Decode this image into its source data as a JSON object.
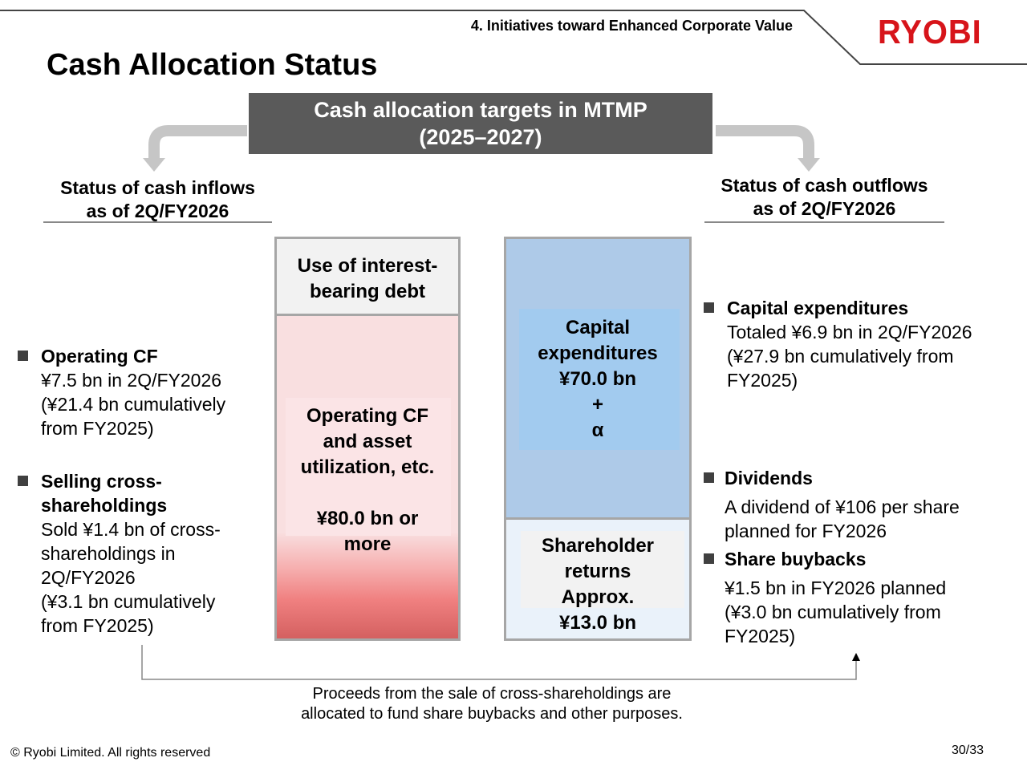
{
  "header": {
    "section_label": "4. Initiatives toward Enhanced Corporate Value",
    "logo_text": "RYOBI",
    "brand_color": "#d7141a"
  },
  "page": {
    "title": "Cash Allocation Status"
  },
  "top_box": {
    "line1": "Cash allocation targets in MTMP",
    "line2": "(2025–2027)"
  },
  "inflows": {
    "heading_line1": "Status of cash inflows",
    "heading_line2": "as of 2Q/FY2026",
    "items": [
      {
        "title": "Operating CF",
        "lines": [
          "¥7.5 bn in 2Q/FY2026",
          "(¥21.4 bn cumulatively",
          "from FY2025)"
        ]
      },
      {
        "title_lines": [
          "Selling cross-",
          "shareholdings"
        ],
        "lines": [
          "Sold ¥1.4 bn of cross-",
          "shareholdings in",
          "2Q/FY2026",
          "(¥3.1 bn cumulatively",
          "from FY2025)"
        ]
      }
    ]
  },
  "left_bar": {
    "debt_lines": [
      "Use of interest-",
      "bearing debt"
    ],
    "opcf_lines": [
      "Operating CF",
      "and asset",
      "utilization, etc.",
      "",
      "¥80.0 bn or",
      "more"
    ]
  },
  "right_bar": {
    "capex_lines": [
      "Capital",
      "expenditures",
      "¥70.0 bn",
      "+",
      "α"
    ],
    "returns_lines": [
      "Shareholder",
      "returns",
      "Approx.",
      "¥13.0 bn"
    ]
  },
  "outflows": {
    "heading_line1": "Status of cash outflows",
    "heading_line2": "as of 2Q/FY2026",
    "items": [
      {
        "title": "Capital expenditures",
        "lines": [
          "Totaled ¥6.9 bn in 2Q/FY2026",
          "(¥27.9 bn cumulatively from",
          "FY2025)"
        ]
      },
      {
        "title": "Dividends",
        "lines": [
          "A dividend of ¥106 per share",
          "planned for FY2026"
        ]
      },
      {
        "title": "Share buybacks",
        "lines": [
          "¥1.5 bn in FY2026 planned",
          "(¥3.0 bn cumulatively from",
          "FY2025)"
        ]
      }
    ]
  },
  "bottom_note": {
    "line1": "Proceeds from the sale of cross-shareholdings are",
    "line2": "allocated to fund share buybacks and other purposes."
  },
  "footer": {
    "copyright": "© Ryobi Limited. All rights reserved",
    "page_number": "30/33"
  }
}
